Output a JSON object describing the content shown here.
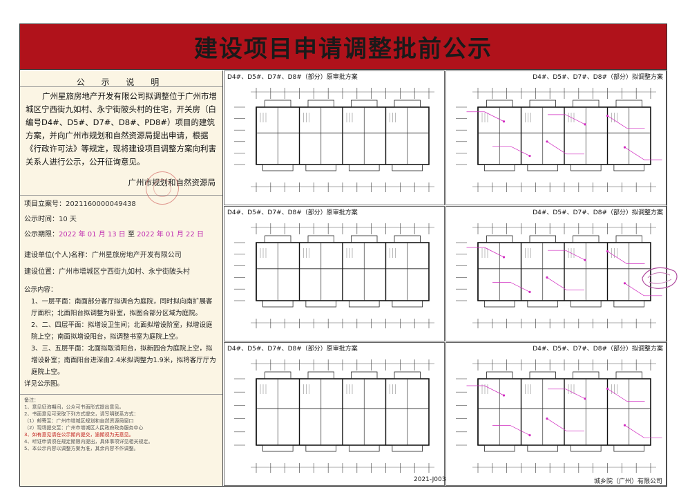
{
  "title": "建设项目申请调整批前公示",
  "notice": {
    "heading": "公 示 说 明",
    "body": "广州星旅房地产开发有限公司拟调整位于广州市增城区宁西街九如村、永宁街陂头村的住宅，开关房（白编号D4#、D5#、D7#、D8#、PD8#）项目的建筑方案，并向广州市规划和自然资源局提出申请，根据《行政许可法》等规定，现将建设项目调整方案向利害关系人进行公示，公开征询意见。",
    "signature": "广州市规划和自然资源局"
  },
  "fields": {
    "project_no": {
      "label": "项目立案号：",
      "value": "2021160000049438"
    },
    "period": {
      "label": "公示时间：",
      "value": "10 天"
    },
    "dates": {
      "label": "公示期限：",
      "start": "2022 年 01 月 13 日",
      "to": "至",
      "end": "2022 年 01 月 22 日"
    },
    "applicant": {
      "label": "建设单位(个人)名称：",
      "value": "广州星旅房地产开发有限公司"
    },
    "location": {
      "label": "建设位置：",
      "value": "广州市增城区宁西街九如村、永宁街陂头村"
    }
  },
  "content": {
    "label": "公示内容：",
    "items": [
      "1、一层平面：南面部分客厅拟调合为庭院，同时拟向南扩展客厅面积；北面阳台拟调整为卧室，拟图合部分区域为庭院。",
      "2、二、四层平面：拟增设卫生间；北面拟增设阶室，拟增设庭院上空；南面拟增设阳台，拟调整书室为庭院上空。",
      "3、三、五层平面：北面拟取消阳台，拟新园合为庭院上空，拟增设卧室；南面阳台进深由2.4米拟调整为1.9米，拟将客厅厅为庭院上空。"
    ],
    "suffix": "详见公示图。"
  },
  "remarks": {
    "label": "备注：",
    "lines": [
      "1、意见征询期间，公众可书面形式提出意见。",
      "2、书面意见可采取下列方式提交，请写明联系方式：",
      "（1）邮寄至：广州市增城区规划和自然资源局窗口",
      "（2）现场提交至：广州市增城区人民政府政务服务中心",
      "3、如有意见请在公示期内提交，逾期视为无意见。",
      "4、听证申请须在规定期限内提出，具体事项详见相关规定。",
      "5、本公示内容以调整方案为准，其余内容不作调整。"
    ]
  },
  "panels": [
    {
      "id": "p1",
      "caption": "D4#、D5#、D7#、D8#（部分）原审批方案"
    },
    {
      "id": "p2",
      "caption": "D4#、D5#、D7#、D8#（部分）拟调整方案"
    },
    {
      "id": "p3",
      "caption": "D4#、D5#、D7#、D8#（部分）原审批方案"
    },
    {
      "id": "p4",
      "caption": "D4#、D5#、D7#、D8#（部分）拟调整方案"
    },
    {
      "id": "p5",
      "caption": "D4#、D5#、D7#、D8#（部分）原审批方案"
    },
    {
      "id": "p6",
      "caption": "D4#、D5#、D7#、D8#（部分）拟调整方案"
    }
  ],
  "footer": {
    "sheet_no": "2021-J003",
    "company": "城乡院（广州）有限公司"
  },
  "colors": {
    "banner": "#b0121b",
    "panel_bg": "#fbf5e4",
    "highlight": "#c02bb0"
  }
}
